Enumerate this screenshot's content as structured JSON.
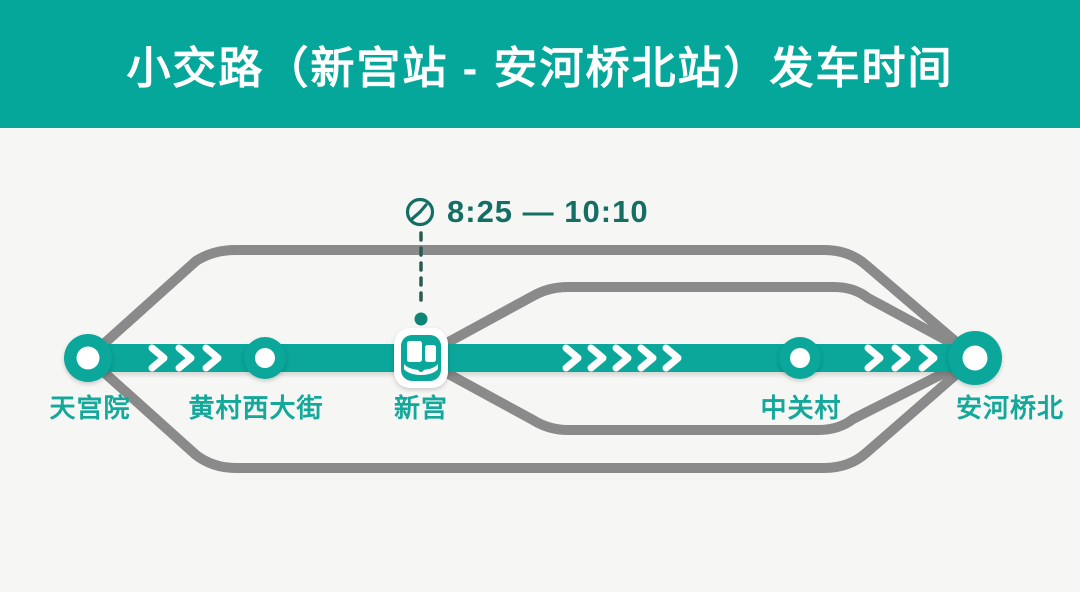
{
  "header": {
    "title": "小交路（新宫站 - 安河桥北站）发车时间"
  },
  "annotation": {
    "icon": "clock-icon",
    "time_range": "8:25 — 10:10",
    "points_to_station": "新宫"
  },
  "route": {
    "stations": [
      {
        "name": "天宫院",
        "marker": "ring-dot",
        "terminal": true
      },
      {
        "name": "黄村西大街",
        "marker": "ring-dot",
        "terminal": false
      },
      {
        "name": "新宫",
        "marker": "train-badge",
        "terminal": false
      },
      {
        "name": "中关村",
        "marker": "ring-dot",
        "terminal": false
      },
      {
        "name": "安河桥北",
        "marker": "ring-dot",
        "terminal": true
      }
    ],
    "chevron_groups": [
      {
        "between": [
          "天宫院",
          "黄村西大街"
        ],
        "count": 3
      },
      {
        "between": [
          "新宫",
          "中关村"
        ],
        "count": 5
      },
      {
        "between": [
          "中关村",
          "安河桥北"
        ],
        "count": 3
      }
    ],
    "bypass_loops": [
      {
        "from": "天宫院",
        "to": "安河桥北"
      },
      {
        "from": "新宫",
        "to": "安河桥北"
      }
    ]
  },
  "colors": {
    "header_bg": "#05a79b",
    "main_line": "#0aa79a",
    "bypass_gray": "#8a8a8a",
    "station_label": "#14a89a",
    "time_text": "#156e63",
    "background": "#f6f7f5",
    "badge_bg": "#ffffff",
    "marker_inner": "#ffffff"
  }
}
